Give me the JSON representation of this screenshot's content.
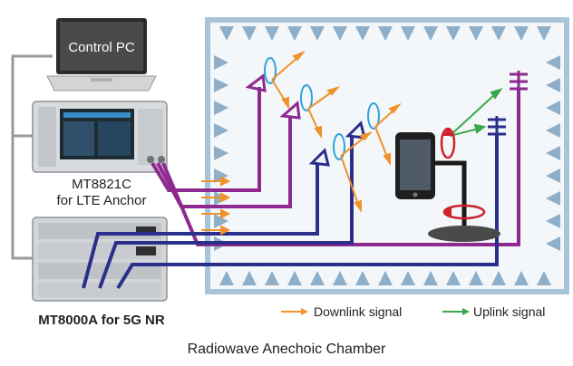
{
  "labels": {
    "control_pc": "Control PC",
    "mt8821c_line1": "MT8821C",
    "mt8821c_line2": "for LTE Anchor",
    "mt8000a": "MT8000A for 5G NR",
    "caption": "Radiowave Anechoic Chamber"
  },
  "legend": {
    "downlink_label": "Downlink signal",
    "uplink_label": "Uplink signal"
  },
  "colors": {
    "chamber_border": "#a8c4d8",
    "absorber": "#8faec8",
    "purple_cable": "#8e2a8f",
    "blue_cable": "#2a2f8c",
    "downlink": "#f0922b",
    "uplink": "#3aa84a",
    "pc_cable": "#9a9a9a",
    "polarization": "#2fa3d8",
    "rotation": "#d0202a"
  },
  "icons": {
    "pc": "laptop-icon",
    "lte_tester": "mt8821c-instrument-icon",
    "nr_tester": "mt8000a-instrument-icon",
    "dut": "smartphone-icon",
    "turntable": "turntable-icon"
  }
}
